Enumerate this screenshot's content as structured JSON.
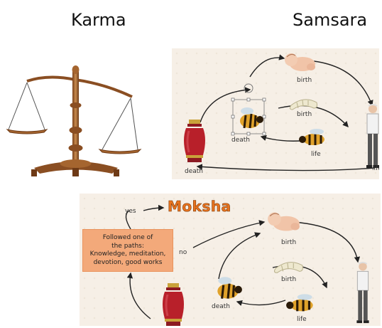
{
  "titles": {
    "karma": "Karma",
    "samsara": "Samsara"
  },
  "samsara_panel": {
    "labels": {
      "birth_top": "birth",
      "birth_mid": "birth",
      "death_mid": "death",
      "life": "life",
      "life_right": "life",
      "death_bottom": "death"
    }
  },
  "moksha_panel": {
    "heading": "Moksha",
    "yes": "yes",
    "no": "no",
    "paths_lines": [
      "Followed one of",
      "the paths:",
      "Knowledge, meditation,",
      "devotion, good works"
    ],
    "labels": {
      "birth_top": "birth",
      "birth_mid": "birth",
      "death": "death",
      "life": "life"
    }
  },
  "icons": [
    "scales-icon",
    "urn-icon",
    "baby-icon",
    "larva-icon",
    "bee-icon",
    "old-man-icon"
  ],
  "colors": {
    "moksha": "#e8731e",
    "paths_box": "#f3a97a",
    "urn": "#b8202a",
    "scales": "#a5652f"
  }
}
